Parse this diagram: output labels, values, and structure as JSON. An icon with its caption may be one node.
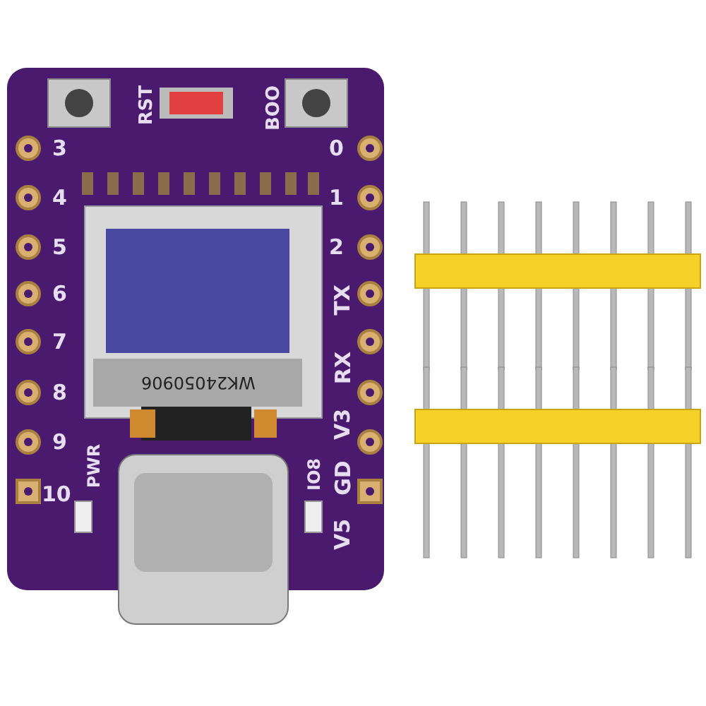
{
  "diagram": {
    "labels": [
      "RST",
      "BOO",
      "3",
      "0",
      "4",
      "1",
      "5",
      "2",
      "6",
      "TX",
      "7",
      "RX",
      "WK24050906",
      "8",
      "V3",
      "PWR",
      "IO8",
      "GD",
      "9",
      "10",
      "V5"
    ]
  }
}
